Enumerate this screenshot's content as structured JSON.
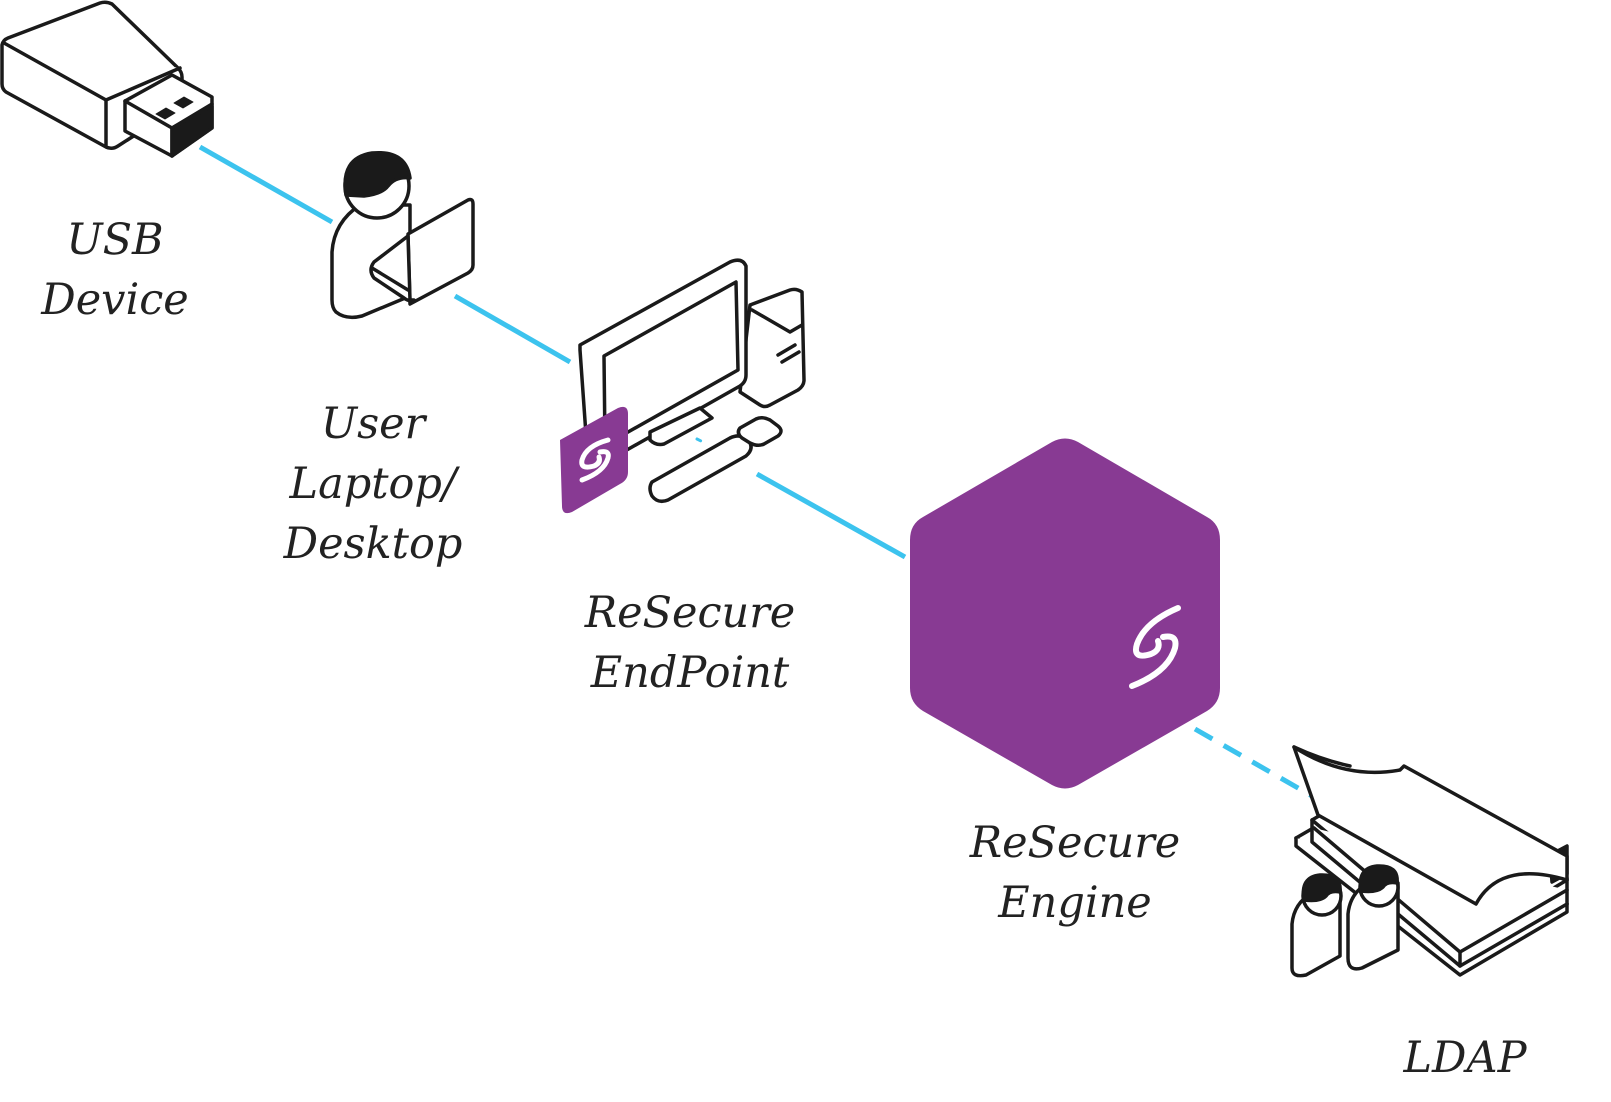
{
  "colors": {
    "connector": "#3cc3ee",
    "brand_purple": "#883a93",
    "outline": "#1a1a1a",
    "text": "#222222"
  },
  "nodes": {
    "usb": {
      "icon": "usb-drive-icon",
      "label_lines": [
        "USB",
        "Device"
      ]
    },
    "user": {
      "icon": "user-with-laptop-icon",
      "label_lines": [
        "User",
        "Laptop/",
        "Desktop"
      ]
    },
    "endpoint": {
      "icon": "desktop-computer-icon",
      "badge_icon": "resecure-logo-icon",
      "label_lines": [
        "ReSecure",
        "EndPoint"
      ]
    },
    "engine": {
      "icon": "resecure-engine-hexagon-icon",
      "badge_icon": "resecure-logo-icon",
      "label_lines": [
        "ReSecure",
        "Engine"
      ]
    },
    "ldap": {
      "icon": "directory-book-with-users-icon",
      "label_lines": [
        "LDAP"
      ]
    }
  },
  "connections": [
    {
      "from": "USB Device",
      "to": "User Laptop/Desktop",
      "style": "solid"
    },
    {
      "from": "User Laptop/Desktop",
      "to": "ReSecure EndPoint",
      "style": "solid"
    },
    {
      "from": "ReSecure EndPoint",
      "to": "ReSecure Engine",
      "style": "solid"
    },
    {
      "from": "ReSecure Engine",
      "to": "LDAP",
      "style": "dashed"
    }
  ]
}
